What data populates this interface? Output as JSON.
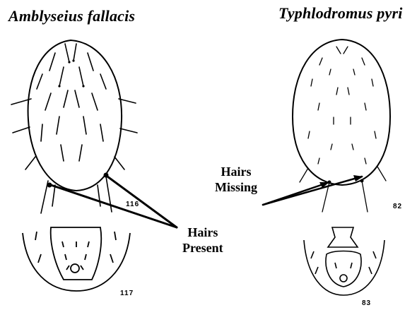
{
  "left_species": {
    "name": "Amblyseius fallacis"
  },
  "right_species": {
    "name": "Typhlodromus pyri"
  },
  "callouts": {
    "hairs_present": [
      "Hairs",
      "Present"
    ],
    "hairs_missing": [
      "Hairs",
      "Missing"
    ]
  },
  "figure_numbers": {
    "left_dorsal": "116",
    "left_ventral": "117",
    "right_dorsal": "82",
    "right_ventral": "83"
  },
  "colors": {
    "ink": "#000000",
    "paper": "#ffffff"
  }
}
